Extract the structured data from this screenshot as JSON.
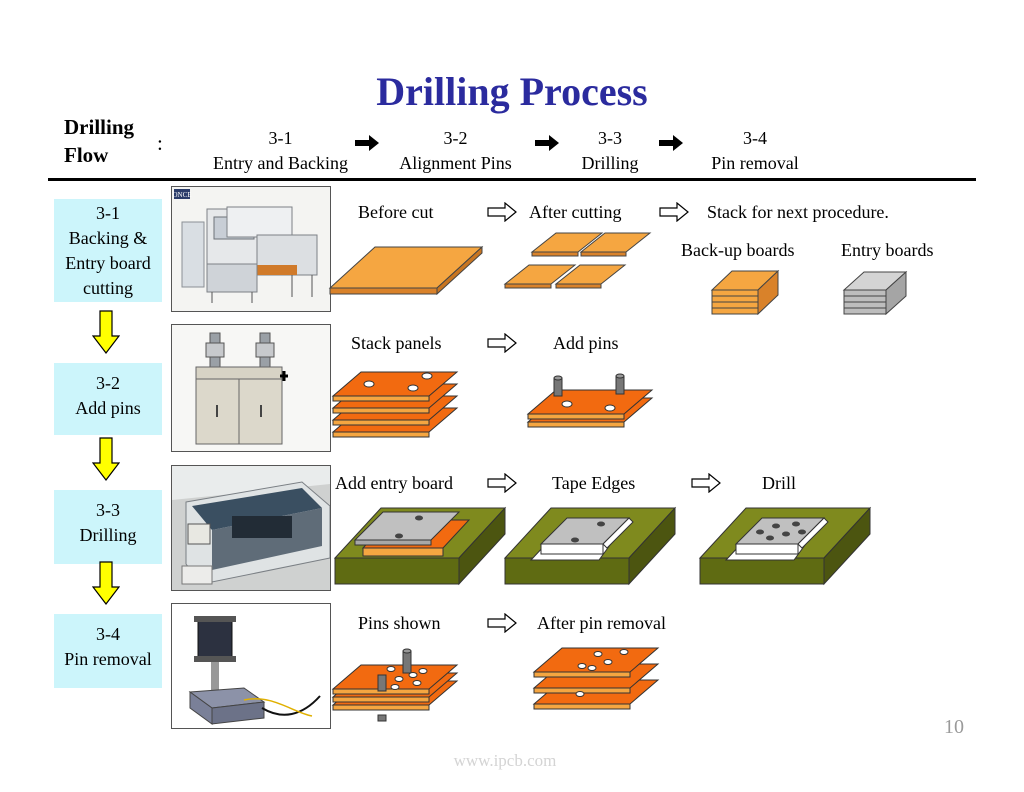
{
  "title": "Drilling Process",
  "flow": {
    "label_line1": "Drilling",
    "label_line2": "Flow",
    "colon": ":",
    "steps": [
      {
        "num": "3-1",
        "name": "Entry and Backing"
      },
      {
        "num": "3-2",
        "name": "Alignment Pins"
      },
      {
        "num": "3-3",
        "name": "Drilling"
      },
      {
        "num": "3-4",
        "name": "Pin removal"
      }
    ]
  },
  "steps": [
    {
      "lines": [
        "3-1",
        "Backing &",
        "Entry board",
        "cutting"
      ]
    },
    {
      "lines": [
        "3-2",
        "Add pins"
      ]
    },
    {
      "lines": [
        "3-3",
        "Drilling"
      ]
    },
    {
      "lines": [
        "3-4",
        "Pin removal"
      ]
    }
  ],
  "row1": {
    "before_cut": "Before cut",
    "after_cutting": "After cutting",
    "stack_next": "Stack for next procedure.",
    "backup_boards": "Back-up boards",
    "entry_boards": "Entry boards"
  },
  "row2": {
    "stack_panels": "Stack panels",
    "add_pins": "Add pins"
  },
  "row3": {
    "add_entry_board": "Add entry board",
    "tape_edges": "Tape Edges",
    "drill": "Drill"
  },
  "row4": {
    "pins_shown": "Pins shown",
    "after_pin_removal": "After pin removal"
  },
  "photo_label": "ONCE",
  "page_number": "10",
  "footer": "www.ipcb.com",
  "colors": {
    "title": "#2b2b9e",
    "step_box": "#ccf5fb",
    "down_arrow": "#ffff00",
    "board_orange": "#f5a641",
    "panel_orange": "#f26a10",
    "base_green": "#7f8a1e",
    "entry_gray": "#c0c0c0"
  }
}
